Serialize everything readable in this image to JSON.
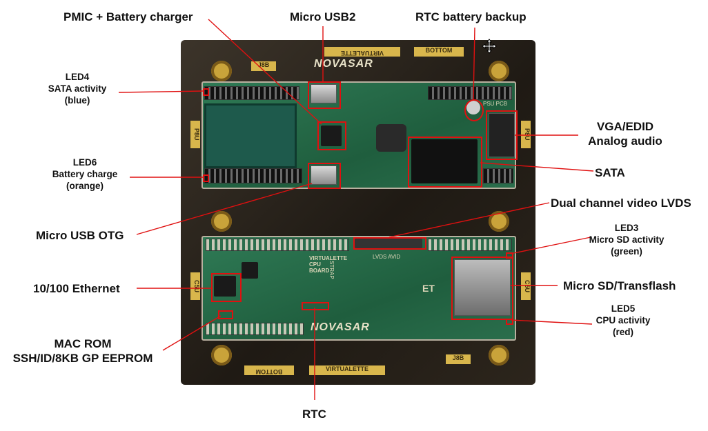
{
  "labels": {
    "pmic": "PMIC + Battery charger",
    "micro_usb2": "Micro USB2",
    "rtc_backup": "RTC battery backup",
    "led4": [
      "LED4",
      "SATA activity",
      "(blue)"
    ],
    "led6": [
      "LED6",
      "Battery charge",
      "(orange)"
    ],
    "vga": [
      "VGA/EDID",
      "Analog audio"
    ],
    "sata": "SATA",
    "lvds": "Dual channel video LVDS",
    "micro_usb_otg": "Micro USB OTG",
    "led3": [
      "LED3",
      "Micro SD activity",
      "(green)"
    ],
    "ethernet": "10/100 Ethernet",
    "microsd": "Micro SD/Transflash",
    "led5": [
      "LED5",
      "CPU activity",
      "(red)"
    ],
    "macrom": [
      "MAC ROM",
      "SSH/ID/8KB GP EEPROM"
    ],
    "rtc": "RTC"
  },
  "silkscreen": {
    "brand_top": "NOVASAR",
    "brand_bottom": "NOVASAR",
    "bottom_top": "BOTTOM",
    "bottom_bottom": "BOTTOM",
    "virtualette_top": "VIRTUALETTE",
    "virtualette_bottom": "VIRTUALETTE",
    "cpu_board": "VIRTUALETTE CPU BOARD",
    "strap": "STRAP",
    "lvds_avid": "LVDS AVID",
    "psu_pcb": "PSU PCB",
    "et": "ET",
    "p8u_left": "P8U",
    "p8u_right": "P8U",
    "c5u_left": "C5U",
    "c5u_right": "C5U",
    "tab_top": "J8B",
    "tab_bottom": "J8B"
  },
  "colors": {
    "highlight": "#e01010",
    "pcb": "#246b47",
    "frame": "#2b241b",
    "gold": "#c9a33a"
  }
}
